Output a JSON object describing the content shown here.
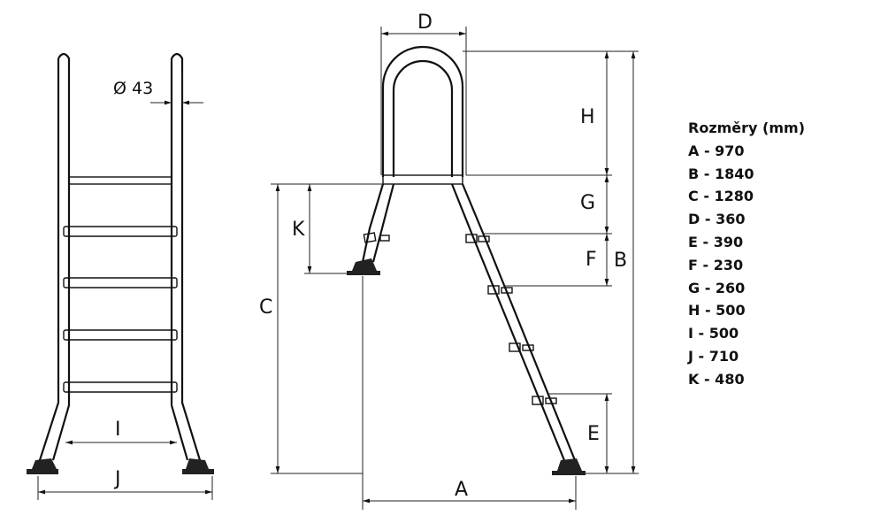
{
  "front_view": {
    "diameter_label": "Ø 43",
    "width_label_inner": "I",
    "width_label_outer": "J"
  },
  "side_view": {
    "labels": {
      "D": "D",
      "H": "H",
      "G": "G",
      "F": "F",
      "B": "B",
      "E": "E",
      "A": "A",
      "C": "C",
      "K": "K"
    }
  },
  "legend": {
    "title": "Rozměry (mm)",
    "items": [
      "A - 970",
      "B - 1840",
      "C - 1280",
      "D - 360",
      "E - 390",
      "F - 230",
      "G - 260",
      "H - 500",
      "I - 500",
      "J - 710",
      "K - 480"
    ]
  }
}
